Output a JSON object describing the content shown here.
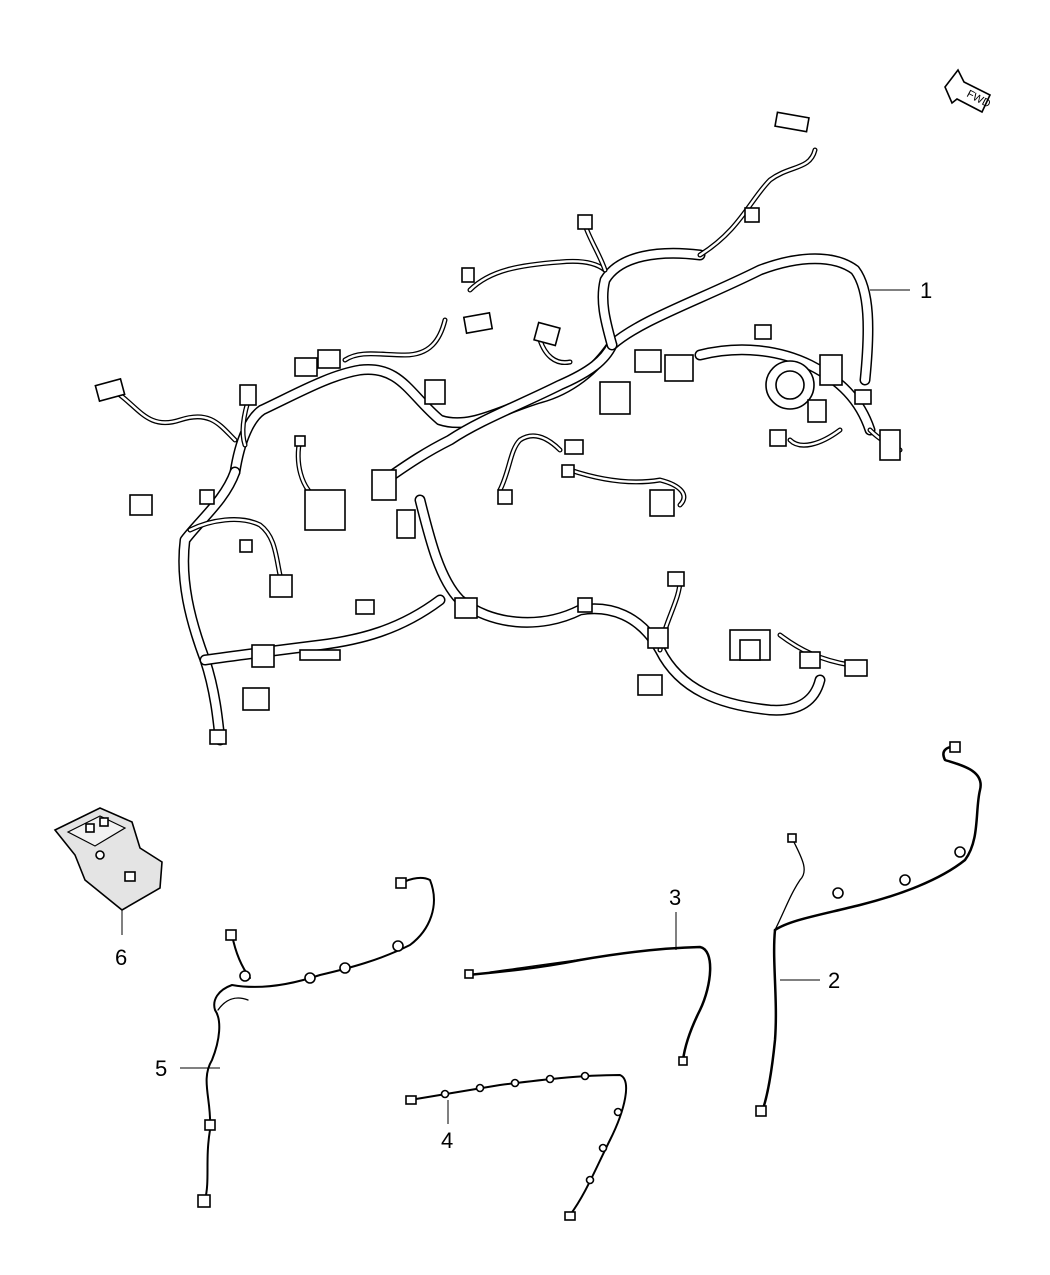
{
  "callouts": [
    {
      "id": "1",
      "label": "1"
    },
    {
      "id": "2",
      "label": "2"
    },
    {
      "id": "3",
      "label": "3"
    },
    {
      "id": "4",
      "label": "4"
    },
    {
      "id": "5",
      "label": "5"
    },
    {
      "id": "6",
      "label": "6"
    }
  ],
  "orientation_arrow": {
    "label": "FWD",
    "icon": "forward-arrow-icon"
  }
}
